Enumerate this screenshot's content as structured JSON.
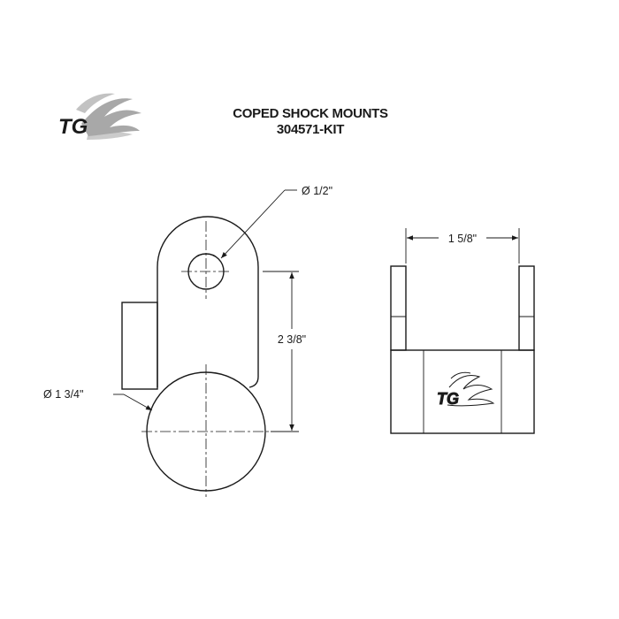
{
  "header": {
    "title_line1": "COPED SHOCK MOUNTS",
    "title_line2": "304571-KIT"
  },
  "logo": {
    "text": "TG",
    "flame_color": "#9a9a9a"
  },
  "dimensions": {
    "hole_diameter": "Ø 1/2\"",
    "height": "2 3/8\"",
    "tube_diameter": "Ø 1 3/4\"",
    "width": "1 5/8\""
  },
  "colors": {
    "line": "#1a1a1a",
    "background": "#ffffff"
  }
}
